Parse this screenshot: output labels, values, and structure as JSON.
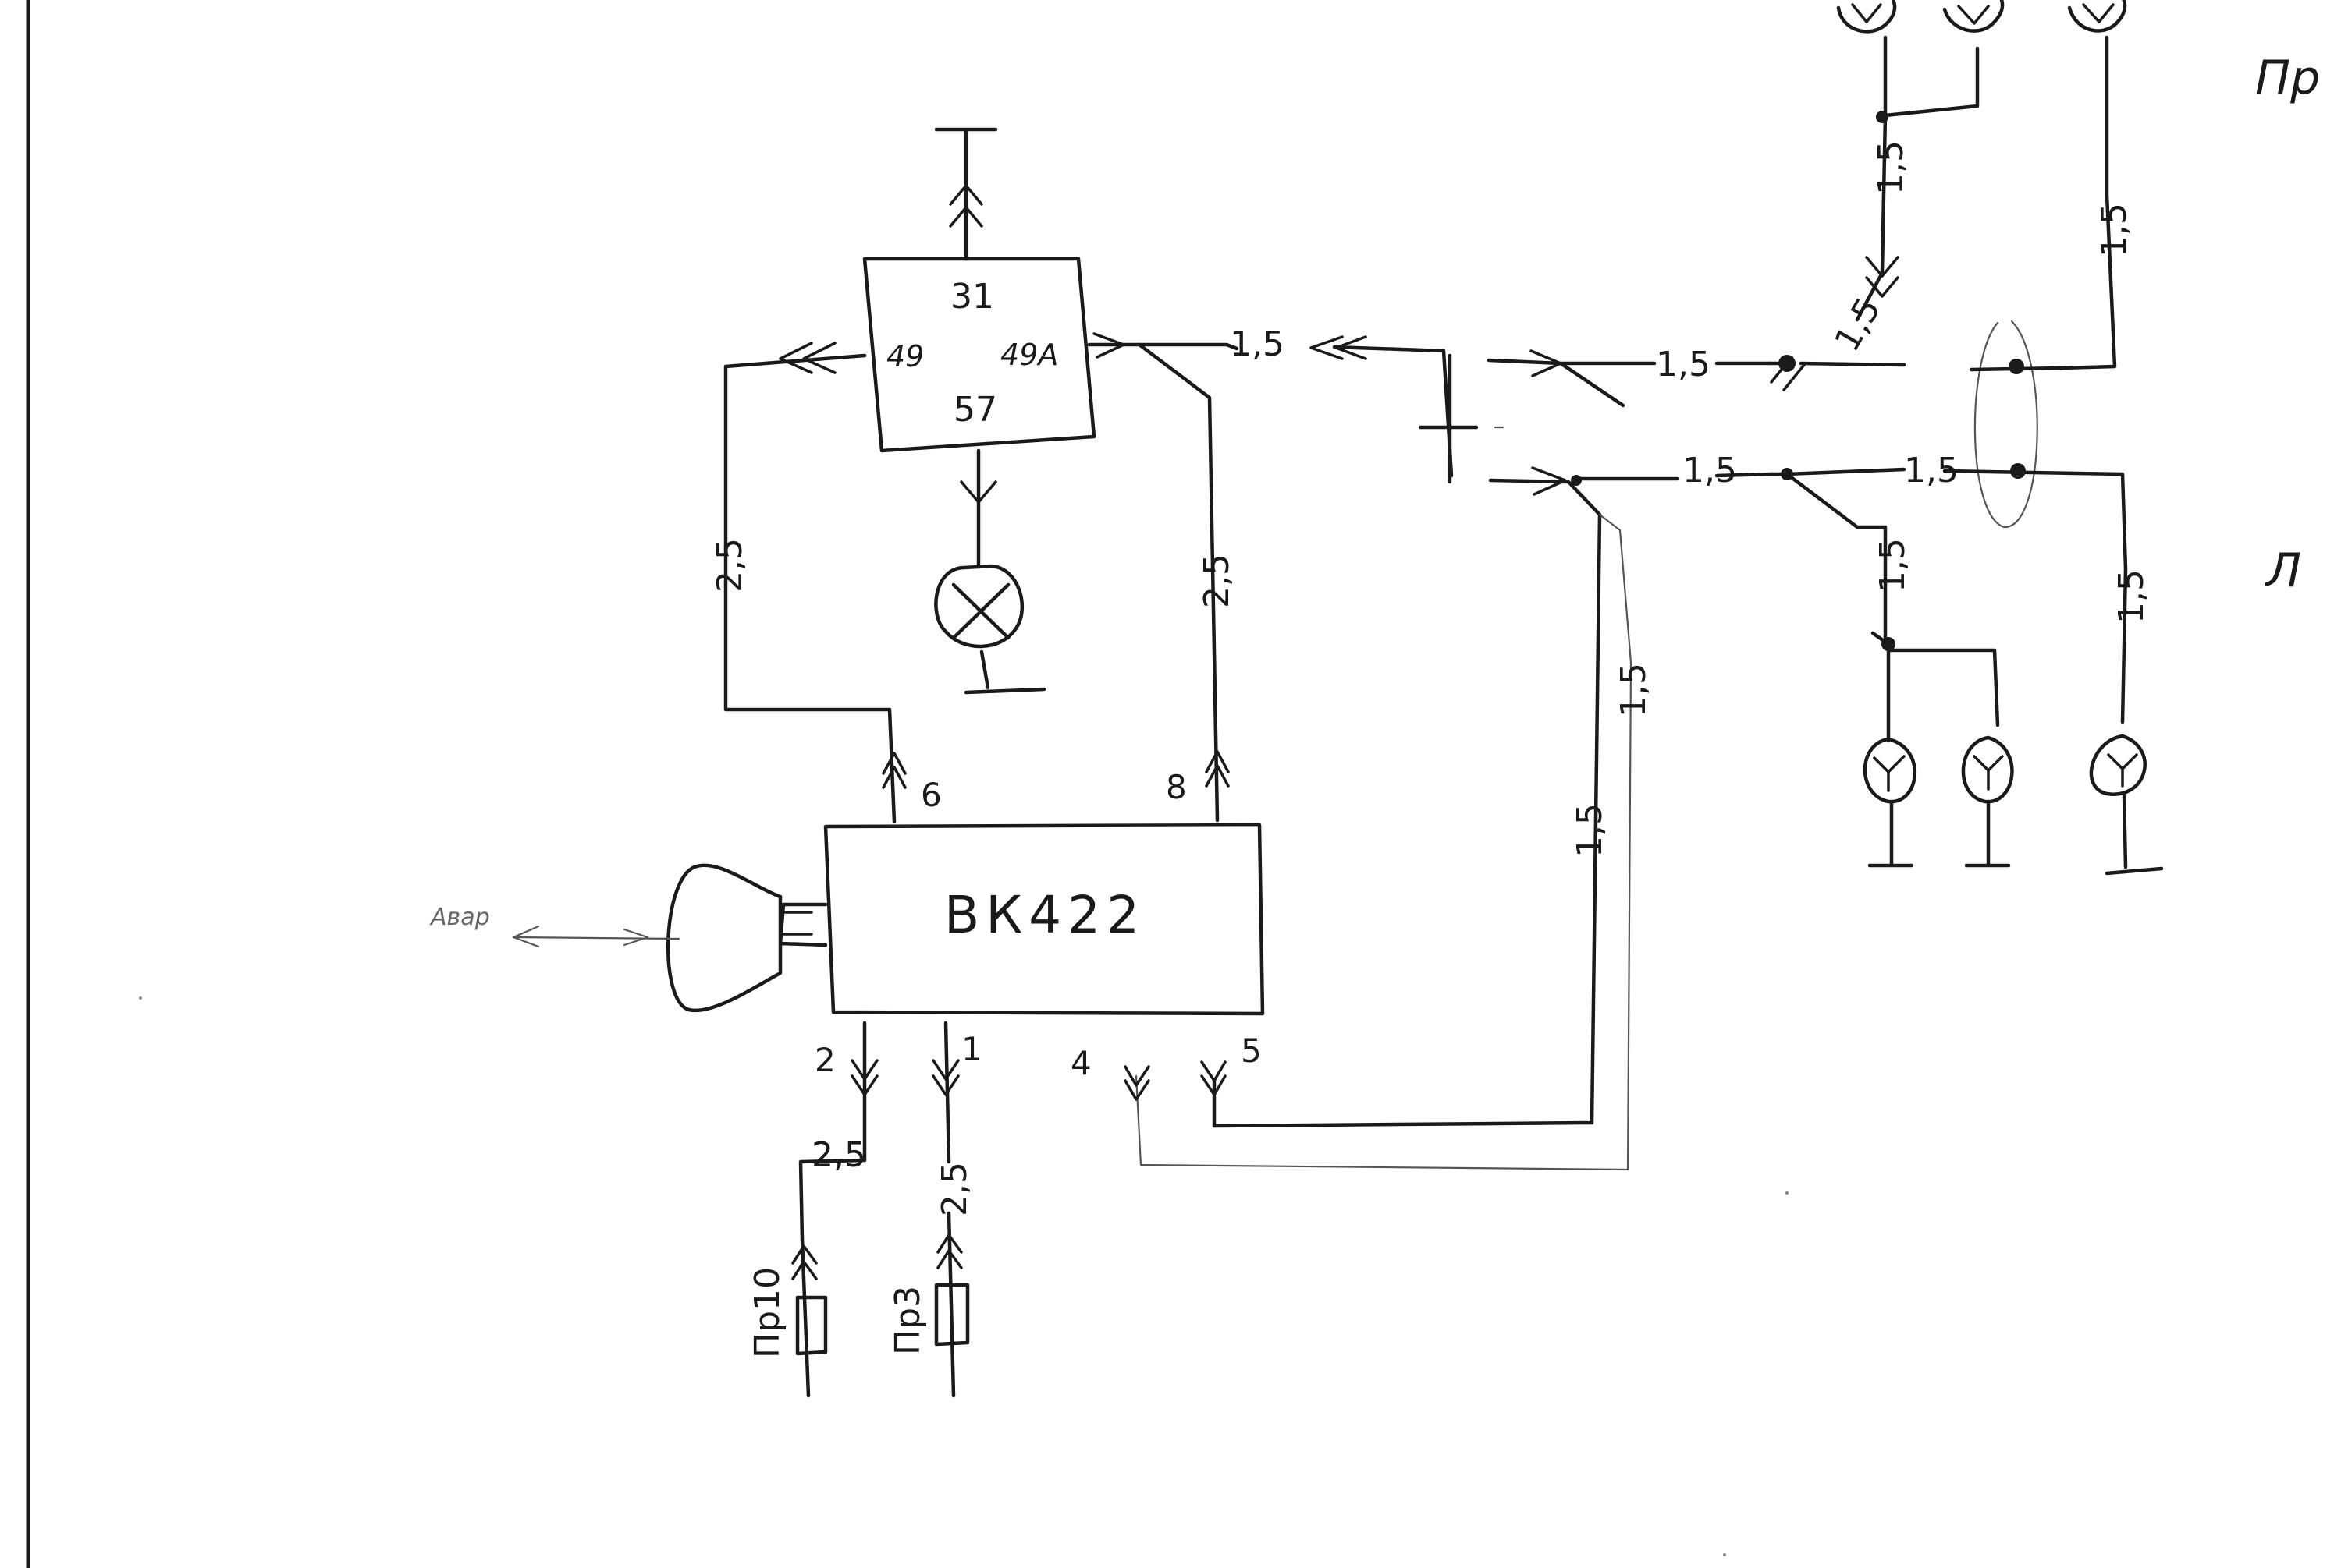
{
  "diagram": {
    "relay": {
      "pins": {
        "top": "31",
        "left": "49",
        "right": "49A",
        "bottom": "57"
      }
    },
    "switch": {
      "label": "ВК422",
      "pins": {
        "p6": "6",
        "p8": "8",
        "p2": "2",
        "p1": "1",
        "p4": "4",
        "p5": "5"
      },
      "lever_label": "Авар"
    },
    "wire_sizes": {
      "relay_left_drop": "2,5",
      "relay_right_drop": "2,5",
      "relay_49a_out": "1,5",
      "right_upper": "1,5",
      "right_lower": "1,5",
      "lower_return_1": "1,5",
      "lower_return_2": "1,5",
      "front_right_lamp": "1,5",
      "front_right_diag": "1,5",
      "front_right_tall": "1,5",
      "mid_link": "1,5",
      "rear_left_lamp": "1,5",
      "rear_left_tall": "1,5",
      "pin2_feed": "2,5",
      "pin1_feed": "2,5"
    },
    "fuses": {
      "left": "Пр10",
      "right": "Пр3"
    },
    "sides": {
      "right_top": "Пр",
      "left_mid": "Л"
    }
  }
}
